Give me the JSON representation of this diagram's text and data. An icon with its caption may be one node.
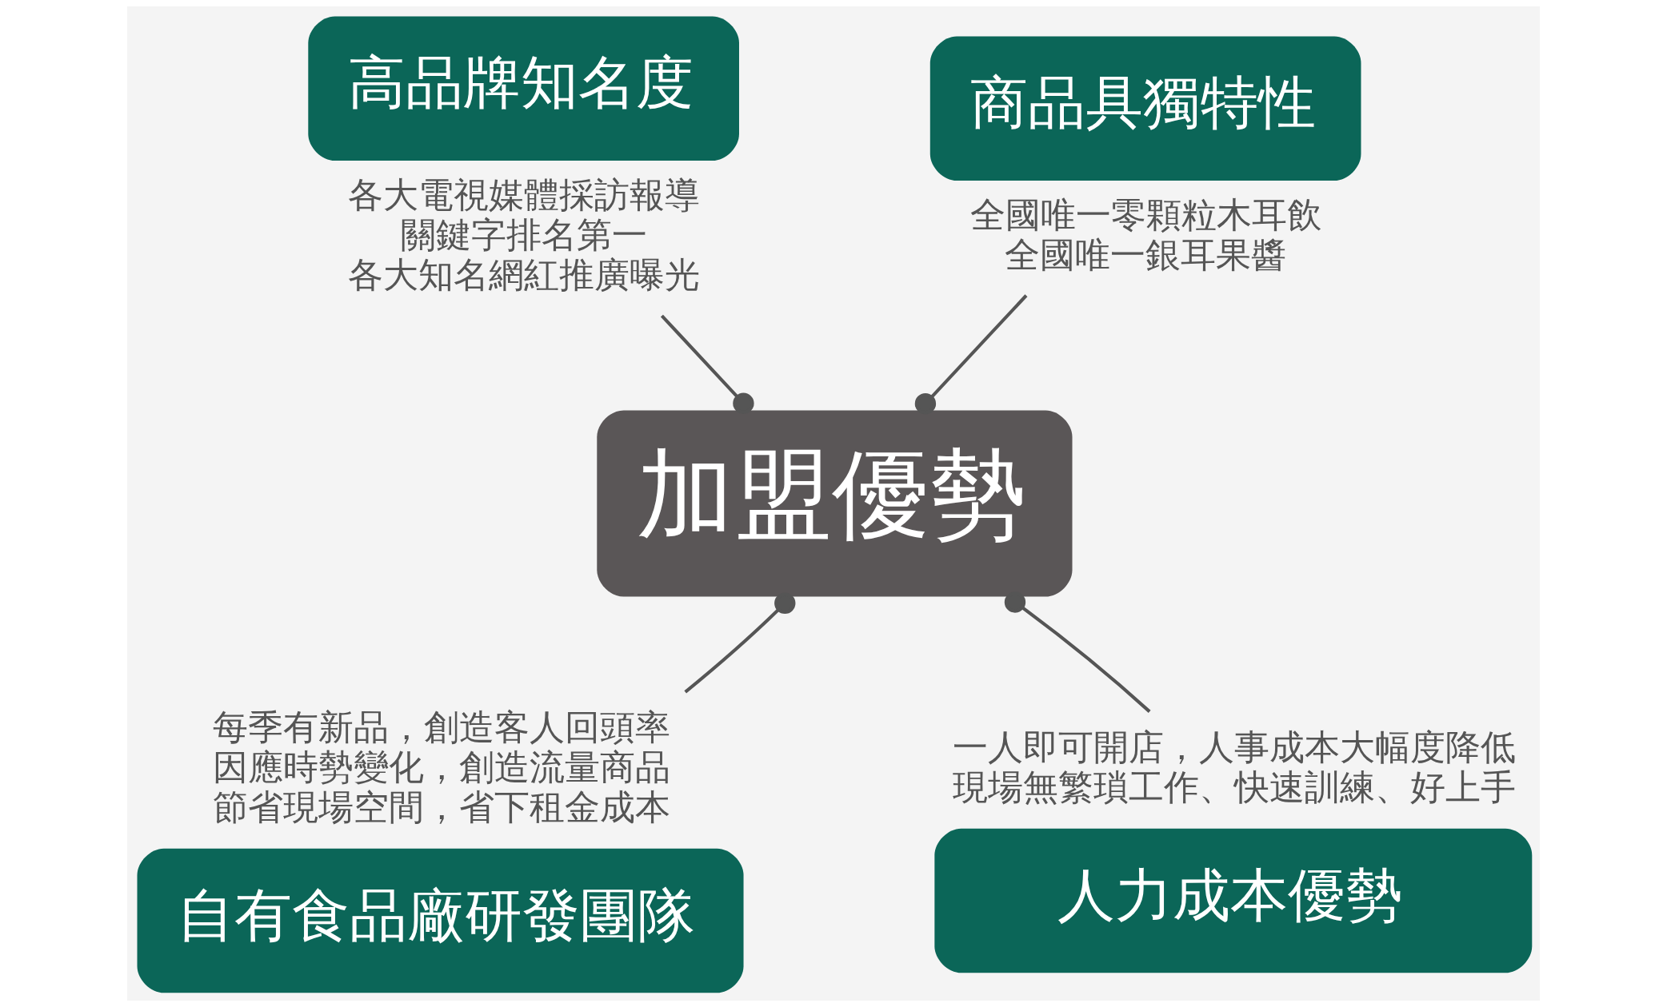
{
  "diagram": {
    "nodes": [
      {
        "text": [
          "高品牌知名度"
        ],
        "beside": [
          "各大電視媒體採訪報導",
          "關鍵字排名第一",
          "各大知名網紅推廣曝光"
        ]
      },
      {
        "text": [
          "商品具獨特性"
        ],
        "beside": [
          "全國唯一零顆粒木耳飲",
          "全國唯一銀耳果醬"
        ]
      },
      {
        "text": [
          "加盟優勢"
        ]
      },
      {
        "text": [
          "自有食品廠研發團隊"
        ],
        "beside": [
          "每季有新品，創造客人回頭率",
          "因應時勢變化，創造流量商品",
          "節省現場空間，省下租金成本"
        ]
      },
      {
        "text": [
          "人力成本優勢"
        ],
        "beside": [
          "一人即可開店，人事成本大幅度降低",
          "現場無繁瑣工作、快速訓練、好上手"
        ]
      }
    ],
    "edges": [
      {
        "from": 0,
        "to": 2,
        "arrow": "other"
      },
      {
        "from": 1,
        "to": 2,
        "arrow": "other"
      },
      {
        "from": 3,
        "to": 2,
        "arrow": "other"
      },
      {
        "from": 4,
        "to": 2,
        "arrow": "other"
      }
    ]
  }
}
